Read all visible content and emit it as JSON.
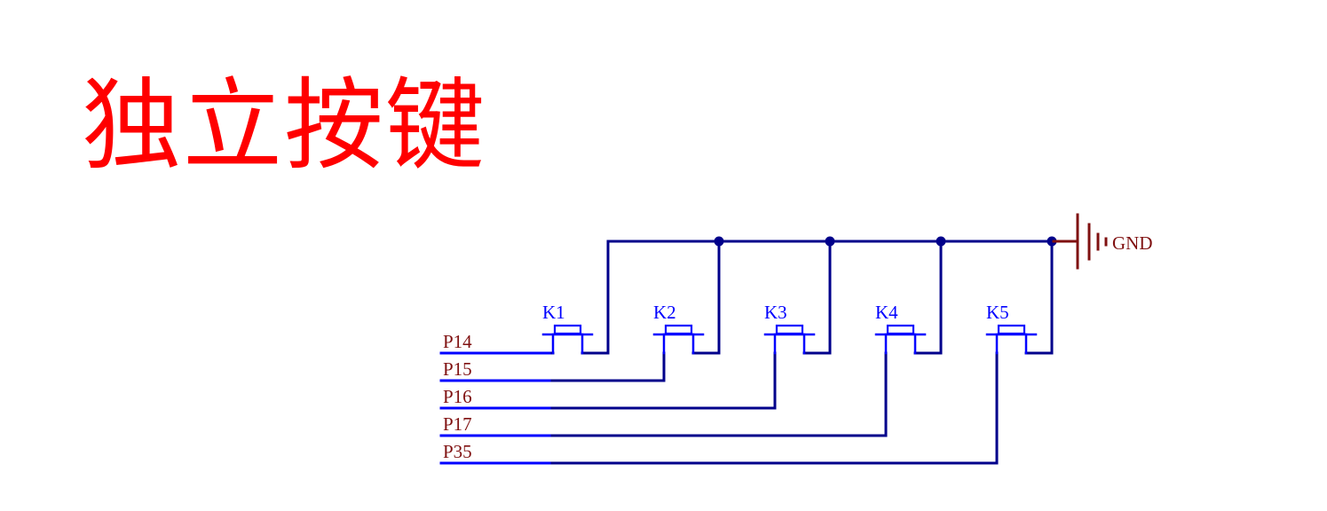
{
  "title": "独立按键",
  "colors": {
    "title": "#ff0000",
    "wire": "#00008b",
    "port_wire": "#0000ff",
    "switch": "#0000ff",
    "net_label": "#7f1010",
    "ground": "#7f1010",
    "junction": "#00008b"
  },
  "ground": {
    "label": "GND",
    "icon": "ground-symbol-icon"
  },
  "switches": [
    {
      "ref": "K1",
      "net": "P14"
    },
    {
      "ref": "K2",
      "net": "P15"
    },
    {
      "ref": "K3",
      "net": "P16"
    },
    {
      "ref": "K4",
      "net": "P17"
    },
    {
      "ref": "K5",
      "net": "P35"
    }
  ]
}
